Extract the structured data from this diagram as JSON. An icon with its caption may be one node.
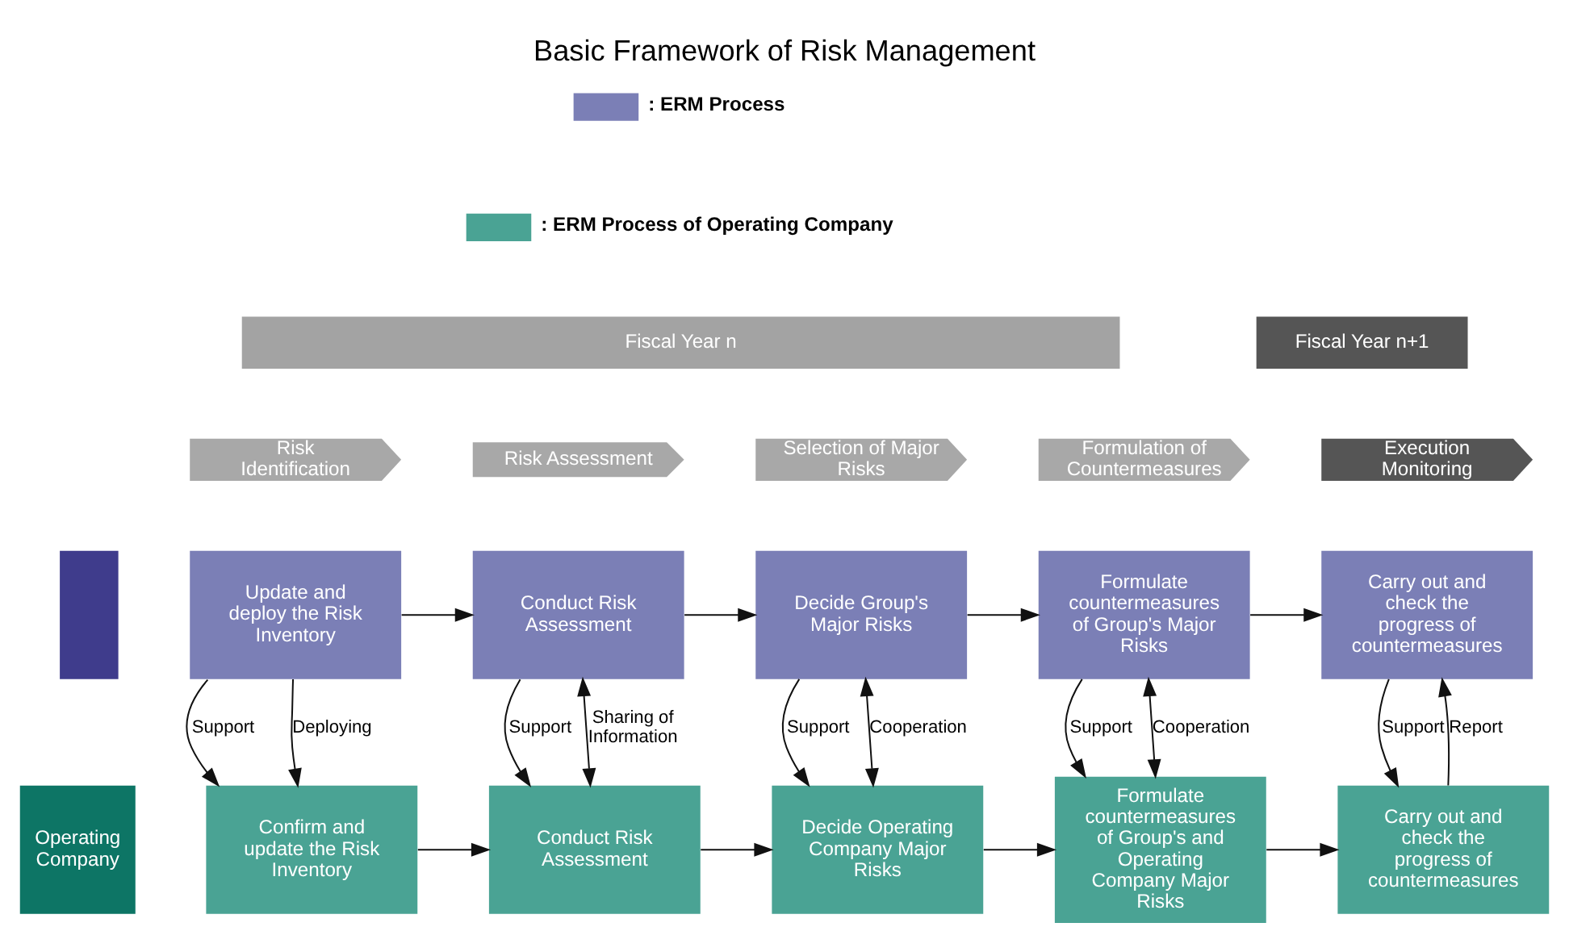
{
  "diagram": {
    "title": "Basic Framework of Risk Management",
    "nodes": [
      {
        "text": [
          "Fiscal Year n"
        ]
      },
      {
        "text": [
          "Fiscal Year n+1"
        ]
      },
      {
        "text": [
          "Risk Identification"
        ]
      },
      {
        "text": [
          "Risk Assessment"
        ]
      },
      {
        "text": [
          "Selection of Major Risks"
        ]
      },
      {
        "text": [
          "Formulation of Countermeasures"
        ]
      },
      {
        "text": [
          "Execution Monitoring"
        ]
      },
      {
        "text": [],
        "shape": "box"
      },
      {
        "text": [
          "Update and deploy the Risk Inventory"
        ]
      },
      {
        "text": [
          "Conduct Risk Assessment"
        ]
      },
      {
        "text": [
          "Decide Group's Major Risks"
        ]
      },
      {
        "text": [
          "Formulate countermeasures of Group's Major Risks"
        ]
      },
      {
        "text": [
          "Carry out and check the progress of countermeasures"
        ]
      },
      {
        "text": [
          "Operating Company"
        ]
      },
      {
        "text": [
          "Confirm and update the Risk Inventory"
        ]
      },
      {
        "text": [
          "Conduct Risk Assessment"
        ]
      },
      {
        "text": [
          "Decide Operating Company Major Risks"
        ]
      },
      {
        "text": [
          "Formulate countermeasures of Group's and Operating Company Major Risks"
        ]
      },
      {
        "text": [
          "Carry out and check the progress of countermeasures"
        ]
      }
    ],
    "edges": [
      {
        "from": 8,
        "to": 9,
        "arrow": "to"
      },
      {
        "from": 9,
        "to": 10,
        "arrow": "to"
      },
      {
        "from": 10,
        "to": 11,
        "arrow": "to"
      },
      {
        "from": 11,
        "to": 12,
        "arrow": "to"
      },
      {
        "from": 14,
        "to": 15,
        "arrow": "to"
      },
      {
        "from": 15,
        "to": 16,
        "arrow": "to"
      },
      {
        "from": 16,
        "to": 17,
        "arrow": "to"
      },
      {
        "from": 17,
        "to": 18,
        "arrow": "to"
      },
      {
        "from": 8,
        "to": 14,
        "arrow": "to",
        "label": "Support"
      },
      {
        "from": 8,
        "to": 14,
        "arrow": "to",
        "label": "Deploying"
      },
      {
        "from": 9,
        "to": 15,
        "arrow": "to",
        "label": "Support"
      },
      {
        "from": 9,
        "to": 15,
        "arrow": "both",
        "label": "Sharing of Information"
      },
      {
        "from": 10,
        "to": 16,
        "arrow": "to",
        "label": "Support"
      },
      {
        "from": 10,
        "to": 16,
        "arrow": "both",
        "label": "Cooperation"
      },
      {
        "from": 11,
        "to": 17,
        "arrow": "to",
        "label": "Support"
      },
      {
        "from": 11,
        "to": 17,
        "arrow": "both",
        "label": "Cooperation"
      },
      {
        "from": 12,
        "to": 18,
        "arrow": "to",
        "label": "Support"
      },
      {
        "from": 18,
        "to": 12,
        "arrow": "to",
        "label": "Report"
      }
    ],
    "legend": [
      {
        "text": ": ERM Process",
        "color": "#7b7fb6"
      },
      {
        "text": ": ERM Process of Operating Company",
        "color": "#4aa394"
      }
    ]
  }
}
